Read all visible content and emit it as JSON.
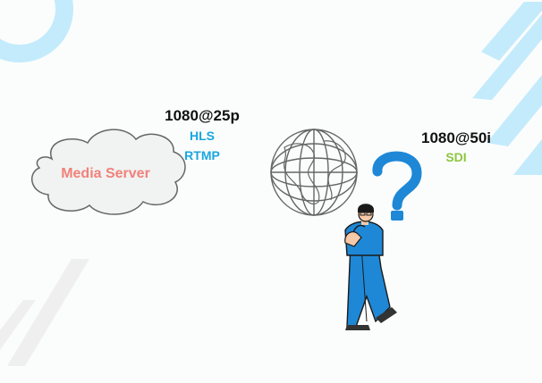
{
  "source": {
    "resolution": "1080@25p",
    "protocols": [
      "HLS",
      "RTMP"
    ],
    "protocol_color": "#1aa6e0"
  },
  "destination": {
    "resolution": "1080@50i",
    "protocol": "SDI",
    "protocol_color": "#8cc63f"
  },
  "server": {
    "label": "Media Server",
    "label_color": "#f0827a"
  },
  "icons": [
    "cloud-icon",
    "globe-icon",
    "question-mark-icon",
    "thinking-person-icon"
  ],
  "colors": {
    "accent_blue": "#1e88d6",
    "decor_blue": "#bfe9fb",
    "decor_gray": "#eeeeee"
  }
}
